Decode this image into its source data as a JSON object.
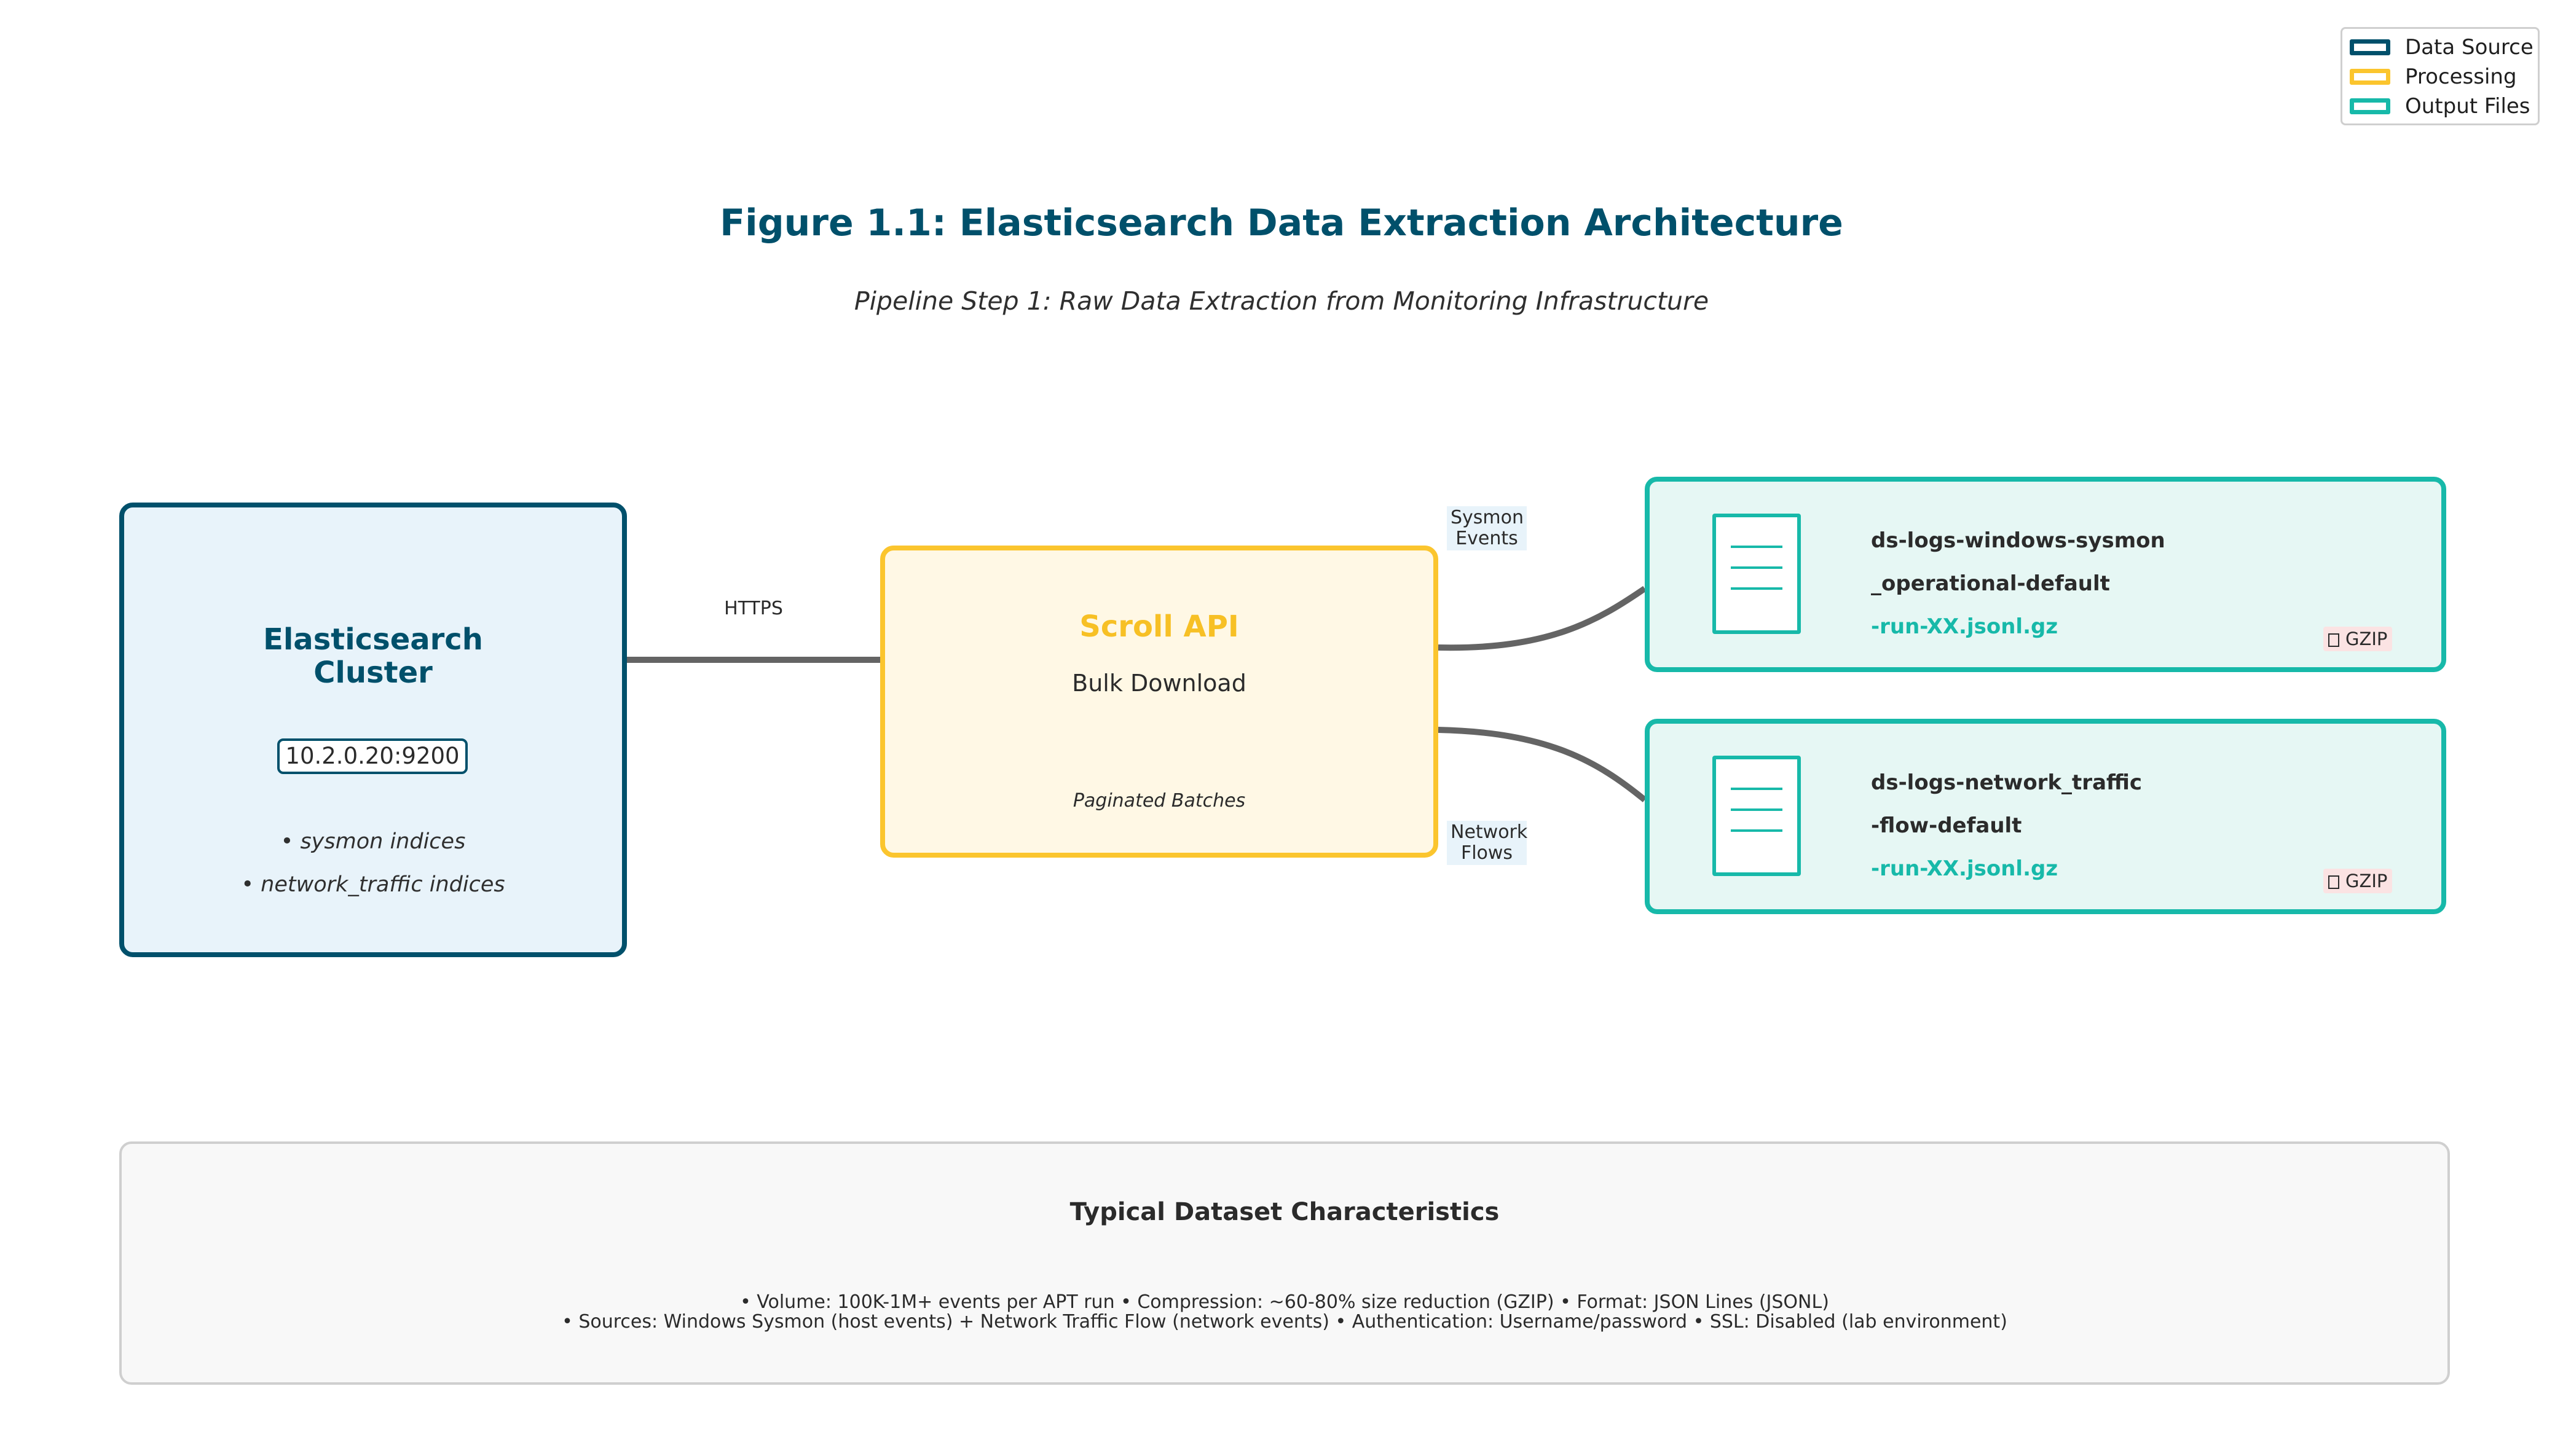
{
  "legend": {
    "items": [
      {
        "label": "Data Source",
        "color": "#00506b"
      },
      {
        "label": "Processing",
        "color": "#fbc52e"
      },
      {
        "label": "Output Files",
        "color": "#17b9a9"
      }
    ]
  },
  "title": "Figure 1.1: Elasticsearch Data Extraction Architecture",
  "subtitle": "Pipeline Step 1: Raw Data Extraction from Monitoring Infrastructure",
  "source": {
    "title_line1": "Elasticsearch",
    "title_line2": "Cluster",
    "address": "10.2.0.20:9200",
    "indices": [
      "• sysmon indices",
      "• network_traffic indices"
    ]
  },
  "edges": {
    "https_label": "HTTPS",
    "sysmon_label_line1": "Sysmon",
    "sysmon_label_line2": "Events",
    "network_label_line1": "Network",
    "network_label_line2": "Flows"
  },
  "processing": {
    "title": "Scroll API",
    "subtitle": "Bulk Download",
    "note": "Paginated Batches"
  },
  "outputs": [
    {
      "name_line1": "ds-logs-windows-sysmon",
      "name_line2": "_operational-default",
      "suffix": "-run-XX.jsonl.gz",
      "badge": "GZIP"
    },
    {
      "name_line1": "ds-logs-network_traffic",
      "name_line2": "-flow-default",
      "suffix": "-run-XX.jsonl.gz",
      "badge": "GZIP"
    }
  ],
  "panel": {
    "title": "Typical Dataset Characteristics",
    "line1": "• Volume: 100K-1M+ events per APT run   • Compression: ~60-80% size reduction (GZIP)   • Format: JSON Lines (JSONL)",
    "line2": "• Sources: Windows Sysmon (host events) + Network Traffic Flow (network events)   • Authentication: Username/password   • SSL: Disabled (lab environment)"
  }
}
